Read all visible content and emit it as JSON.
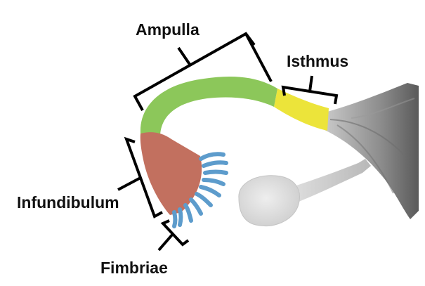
{
  "labels": {
    "ampulla": "Ampulla",
    "isthmus": "Isthmus",
    "infundibulum": "Infundibulum",
    "fimbriae": "Fimbriae"
  },
  "colors": {
    "ampulla": "#8cc75a",
    "isthmus": "#ece43a",
    "infundibulum": "#c2705f",
    "fimbriae": "#5d9ccc",
    "uterus": "#8a8a8a",
    "ovary": "#d9d9d9",
    "brackets": "#000000"
  }
}
